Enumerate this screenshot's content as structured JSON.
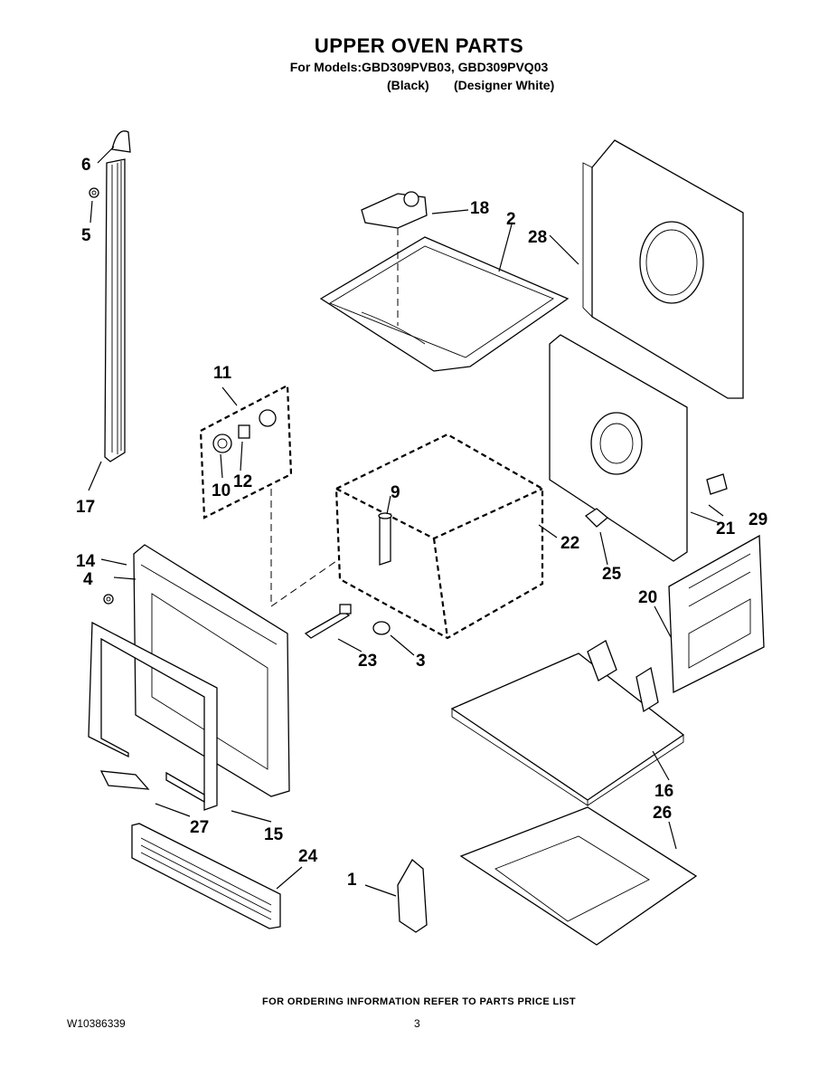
{
  "header": {
    "title": "UPPER OVEN PARTS",
    "models_line": "For Models:GBD309PVB03, GBD309PVQ03",
    "variant_black": "(Black)",
    "variant_white": "(Designer White)"
  },
  "callouts": {
    "c1": "1",
    "c2": "2",
    "c3": "3",
    "c4": "4",
    "c5": "5",
    "c6": "6",
    "c9": "9",
    "c10": "10",
    "c11": "11",
    "c12": "12",
    "c14": "14",
    "c15": "15",
    "c16": "16",
    "c17": "17",
    "c18": "18",
    "c20": "20",
    "c21": "21",
    "c22": "22",
    "c23": "23",
    "c24": "24",
    "c25": "25",
    "c26": "26",
    "c27": "27",
    "c28": "28",
    "c29": "29"
  },
  "footer": {
    "ordering_note": "FOR ORDERING INFORMATION REFER TO PARTS PRICE LIST",
    "doc_number": "W10386339",
    "page_number": "3"
  }
}
